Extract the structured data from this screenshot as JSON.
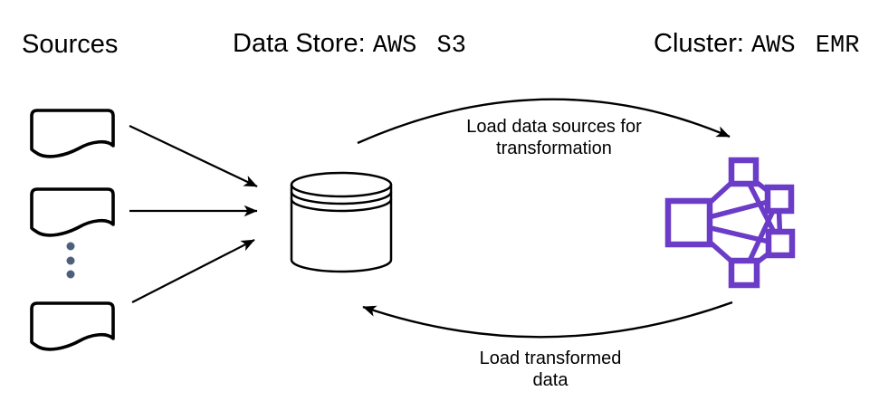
{
  "header": {
    "sources_label": "Sources",
    "data_store": {
      "prefix": "Data Store:",
      "value": "AWS S3"
    },
    "cluster": {
      "prefix": "Cluster:",
      "value": "AWS EMR"
    }
  },
  "flows": {
    "store_to_cluster": {
      "line1": "Load data sources for",
      "line2": "transformation"
    },
    "cluster_to_store": {
      "line1": "Load transformed",
      "line2": "data"
    }
  },
  "icons": {
    "source_icons": "document-icon",
    "store_icon": "database-cylinder-icon",
    "cluster_icon": "network-cluster-icon",
    "more_sources_icon": "vertical-ellipsis-icon"
  },
  "colors": {
    "line": "#000000",
    "cluster_purple": "#6b3cc7",
    "dots": "#4e5f7c",
    "background": "#ffffff"
  }
}
